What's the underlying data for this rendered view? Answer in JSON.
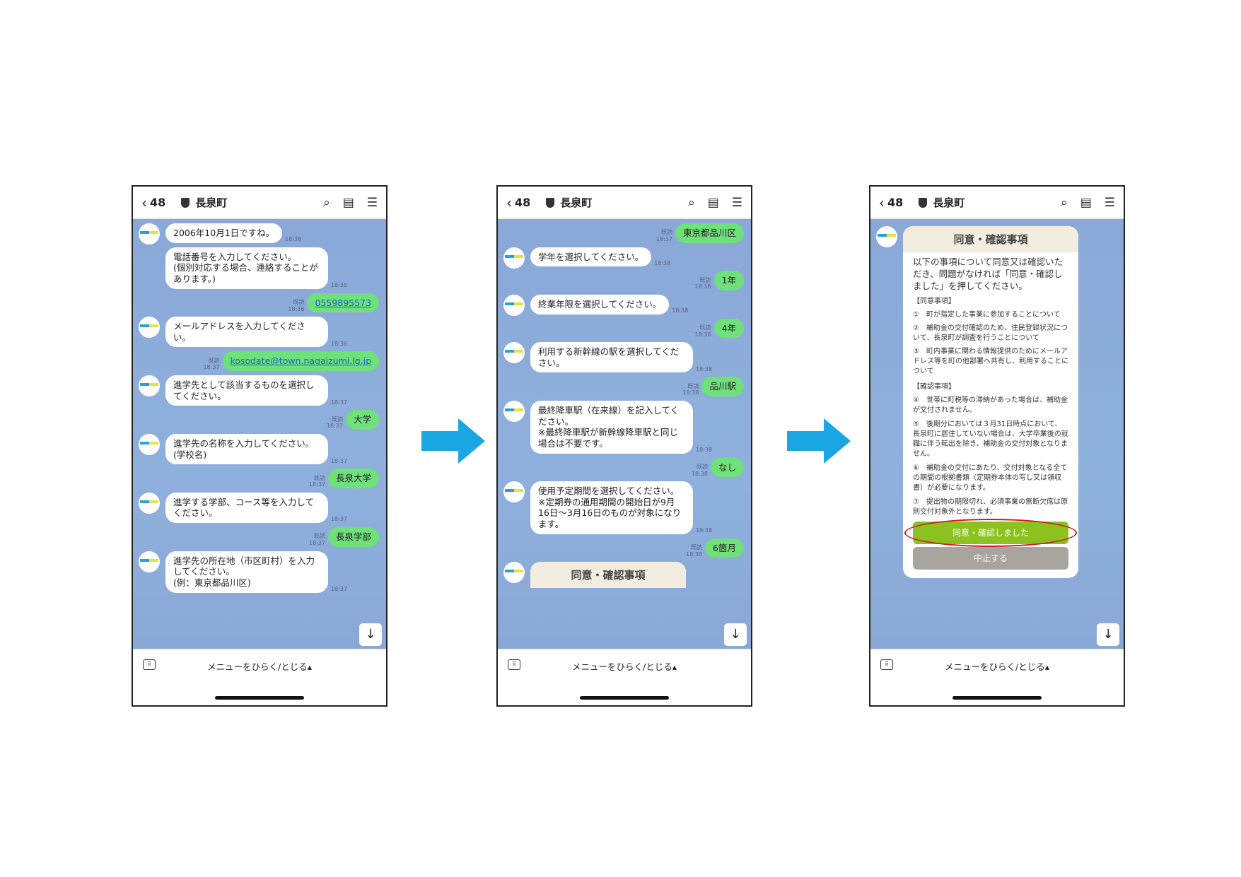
{
  "colors": {
    "chat_bg": "#8aa8d8",
    "user_bubble": "#6fe07a",
    "agree": "#8cc21f",
    "cancel": "#a8a49e",
    "arrow": "#19a6e3",
    "highlight": "#d0191c"
  },
  "phones": [
    {
      "header": {
        "back_count": "48",
        "title": "長泉町"
      },
      "messages": [
        {
          "from": "bot",
          "text": "2006年10月1日ですね。",
          "time": "18:36"
        },
        {
          "from": "bot",
          "cont": true,
          "text": "電話番号を入力してください。\n(個別対応する場合、連絡することがあります。)",
          "time": "18:36"
        },
        {
          "from": "user",
          "text": "0559895573",
          "time": "18:36",
          "read": "既読",
          "link": true
        },
        {
          "from": "bot",
          "text": "メールアドレスを入力してください。",
          "time": "18:36"
        },
        {
          "from": "user",
          "text": "kosodate@town.nagaizumi.lg.jp",
          "time": "18:37",
          "read": "既読",
          "link": true
        },
        {
          "from": "bot",
          "text": "進学先として該当するものを選択してください。",
          "time": "18:37"
        },
        {
          "from": "user",
          "text": "大学",
          "time": "18:37",
          "read": "既読"
        },
        {
          "from": "bot",
          "text": "進学先の名称を入力してください。(学校名)",
          "time": "18:37"
        },
        {
          "from": "user",
          "text": "長泉大学",
          "time": "18:37",
          "read": "既読"
        },
        {
          "from": "bot",
          "text": "進学する学部、コース等を入力してください。",
          "time": "18:37"
        },
        {
          "from": "user",
          "text": "長泉学部",
          "time": "18:37",
          "read": "既読"
        },
        {
          "from": "bot",
          "text": "進学先の所在地（市区町村）を入力してください。\n(例：東京都品川区)",
          "time": "18:37"
        }
      ],
      "footer": {
        "menu": "メニューをひらく/とじる▴"
      }
    },
    {
      "header": {
        "back_count": "48",
        "title": "長泉町"
      },
      "messages": [
        {
          "from": "user",
          "text": "東京都品川区",
          "time": "18:37",
          "read": "既読"
        },
        {
          "from": "bot",
          "text": "学年を選択してください。",
          "time": "18:38"
        },
        {
          "from": "user",
          "text": "1年",
          "time": "18:38",
          "read": "既読"
        },
        {
          "from": "bot",
          "text": "終業年限を選択してください。",
          "time": "18:38"
        },
        {
          "from": "user",
          "text": "4年",
          "time": "18:38",
          "read": "既読"
        },
        {
          "from": "bot",
          "text": "利用する新幹線の駅を選択してください。",
          "time": "18:38"
        },
        {
          "from": "user",
          "text": "品川駅",
          "time": "18:38",
          "read": "既読"
        },
        {
          "from": "bot",
          "text": "最終降車駅（在来線）を記入してください。\n※最終降車駅が新幹線降車駅と同じ場合は不要です。",
          "time": "18:38"
        },
        {
          "from": "user",
          "text": "なし",
          "time": "18:38",
          "read": "既読"
        },
        {
          "from": "bot",
          "text": "使用予定期間を選択してください。\n※定期券の通用期間の開始日が9月16日～3月16日のものが対象になります。",
          "time": "18:38"
        },
        {
          "from": "user",
          "text": "6箇月",
          "time": "18:38",
          "read": "既読"
        }
      ],
      "card_title": "同意・確認事項",
      "footer": {
        "menu": "メニューをひらく/とじる▴"
      }
    },
    {
      "header": {
        "back_count": "48",
        "title": "長泉町"
      },
      "card": {
        "title": "同意・確認事項",
        "lead": "以下の事項について同意又は確認いただき、問題がなければ「同意・確認しました」を押してください。",
        "agree_heading": "【同意事項】",
        "agree_items": [
          "①　町が指定した事業に参加することについて",
          "②　補助金の交付確認のため、住民登録状況について、長泉町が調査を行うことについて",
          "③　町内事業に関わる情報提供のためにメールアドレス等を町の他部署へ共有し、利用することについて"
        ],
        "confirm_heading": "【確認事項】",
        "confirm_items": [
          "④　世帯に町税等の滞納があった場合は、補助金が交付されません。",
          "⑤　後期分においては３月31日時点において、長泉町に居住していない場合は、大学卒業後の就職に伴う転出を除き、補助金の交付対象となりません。",
          "⑥　補助金の交付にあたり、交付対象となる全ての期間の根拠書類（定期券本体の写し又は領収書）が必要になります。",
          "⑦　提出物の期限切れ、必須事業の無断欠席は原則交付対象外となります。"
        ],
        "agree_button": "同意・確認しました",
        "cancel_button": "中止する"
      },
      "footer": {
        "menu": "メニューをひらく/とじる▴"
      }
    }
  ]
}
